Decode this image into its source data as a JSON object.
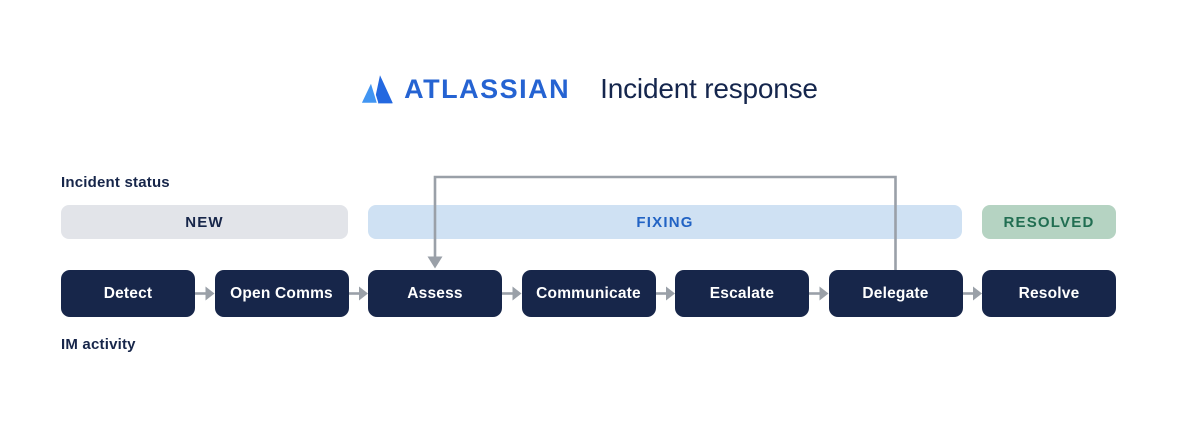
{
  "header": {
    "brand": "ATLASSIAN",
    "title": "Incident response"
  },
  "labels": {
    "incident_status": "Incident status",
    "im_activity": "IM activity"
  },
  "statuses": [
    {
      "label": "NEW",
      "bg": "#e2e4e9",
      "color": "#17264a"
    },
    {
      "label": "FIXING",
      "bg": "#cfe1f3",
      "color": "#2263c4"
    },
    {
      "label": "RESOLVED",
      "bg": "#b5d3c2",
      "color": "#216e52"
    }
  ],
  "activities": [
    "Detect",
    "Open Comms",
    "Assess",
    "Communicate",
    "Escalate",
    "Delegate",
    "Resolve"
  ],
  "flow": {
    "forward_arrows": 6,
    "loop_back": {
      "from": "Delegate",
      "to": "Assess"
    }
  },
  "colors": {
    "box_bg": "#17264a",
    "box_text": "#ffffff",
    "arrow": "#9aa0a8",
    "navy_text": "#15264d",
    "brand_blue": "#2563d2",
    "logo_light_blue": "#4195f2",
    "logo_dark_blue": "#2368e0"
  }
}
